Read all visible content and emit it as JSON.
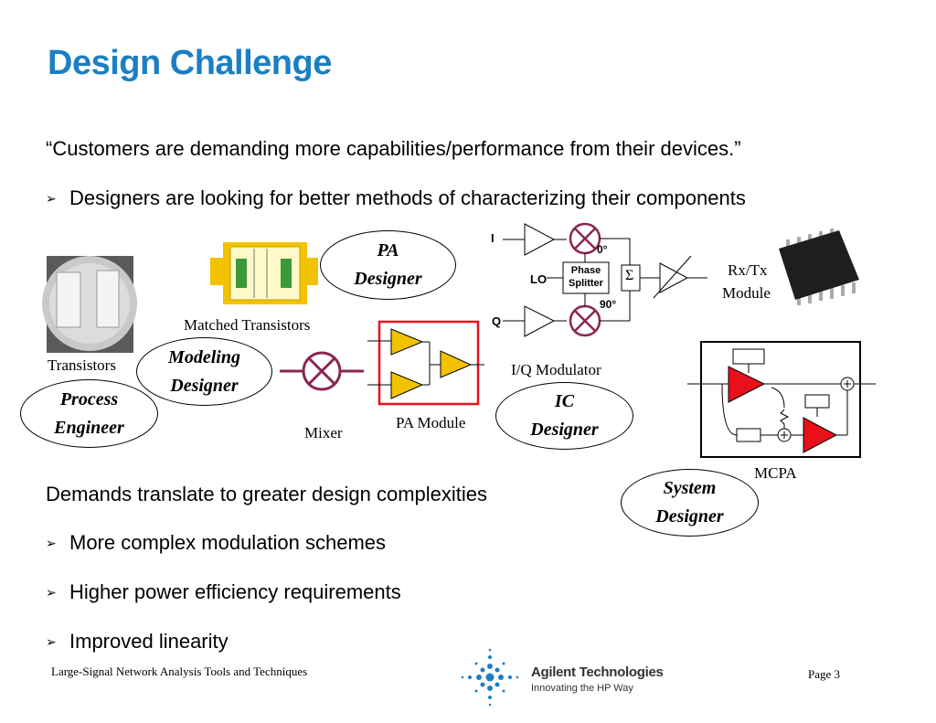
{
  "title": "Design Challenge",
  "quote": "“Customers are demanding more capabilities/performance from their devices.”",
  "bullet1": "Designers are looking for better methods of characterizing their components",
  "diagram": {
    "transistors": "Transistors",
    "matched_transistors": "Matched Transistors",
    "mixer": "Mixer",
    "pa_module": "PA Module",
    "iq_modulator": "I/Q Modulator",
    "rxtx_line1": "Rx/Tx",
    "rxtx_line2": "Module",
    "mcpa": "MCPA",
    "iq_i": "I",
    "iq_q": "Q",
    "iq_lo": "LO",
    "phase1": "Phase",
    "phase2": "Splitter",
    "deg0": "0°",
    "deg90": "90°",
    "sigma": "Σ",
    "roles": {
      "process1": "Process",
      "process2": "Engineer",
      "modeling1": "Modeling",
      "modeling2": "Designer",
      "pa1": "PA",
      "pa2": "Designer",
      "ic1": "IC",
      "ic2": "Designer",
      "system1": "System",
      "system2": "Designer"
    }
  },
  "demands": "Demands translate to greater design complexities",
  "bullets2": [
    "More complex modulation schemes",
    "Higher power efficiency requirements",
    "Improved linearity"
  ],
  "footer": {
    "left": "Large-Signal Network Analysis Tools and Techniques",
    "company": "Agilent Technologies",
    "tagline": "Innovating the HP Way",
    "page": "Page 3"
  },
  "colors": {
    "title": "#1b7fc4",
    "amp_yellow": "#f2c200",
    "amp_red": "#e8101a",
    "mixer": "#8b2552"
  }
}
